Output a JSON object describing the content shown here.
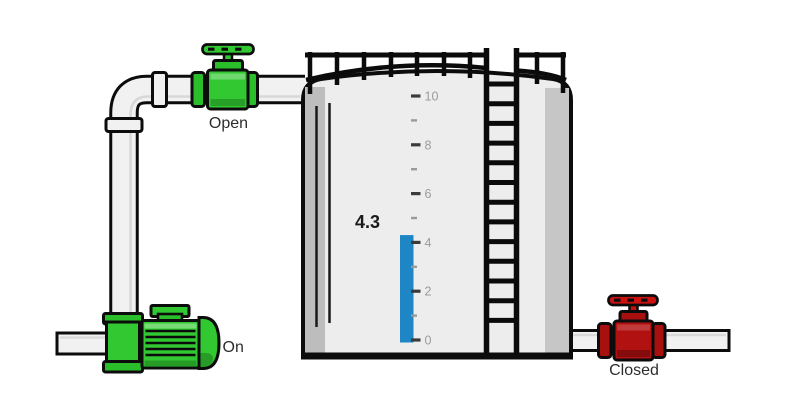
{
  "equipment": {
    "inlet_valve": {
      "label": "Open",
      "status": "open",
      "color": "#31c831"
    },
    "pump": {
      "label": "On",
      "status": "on",
      "color": "#31c831"
    },
    "outlet_valve": {
      "label": "Closed",
      "status": "closed",
      "color": "#b11111"
    }
  },
  "gauge": {
    "value": "4.3",
    "min": 0,
    "max": 10,
    "major_tick_values": [
      0,
      2,
      4,
      6,
      8,
      10
    ],
    "minor_tick_values": [
      1,
      3,
      5,
      7,
      9
    ],
    "bar_color": "#1e86c5",
    "tick_label_color": "#9b9b9b",
    "major_tick_color": "#3b3b3b",
    "minor_tick_color": "#9a9a9a"
  }
}
